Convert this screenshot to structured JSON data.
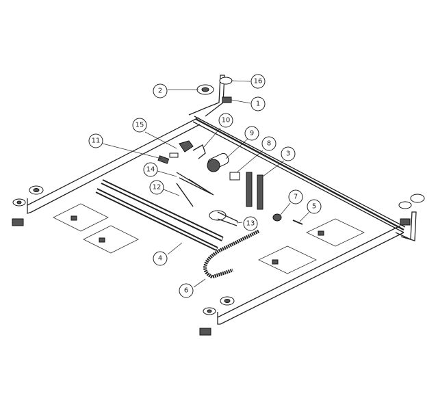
{
  "diagram": {
    "callouts": [
      {
        "label": "16",
        "target": "bracket-top-right"
      },
      {
        "label": "2",
        "target": "end-cap"
      },
      {
        "label": "1",
        "target": "clip"
      },
      {
        "label": "10",
        "target": "motor-bracket"
      },
      {
        "label": "9",
        "target": "motor"
      },
      {
        "label": "15",
        "target": "gear-assembly"
      },
      {
        "label": "8",
        "target": "control-box"
      },
      {
        "label": "3",
        "target": "straps"
      },
      {
        "label": "11",
        "target": "connector"
      },
      {
        "label": "14",
        "target": "wiring-harness"
      },
      {
        "label": "12",
        "target": "cable"
      },
      {
        "label": "7",
        "target": "pulley"
      },
      {
        "label": "5",
        "target": "bolt"
      },
      {
        "label": "13",
        "target": "idler-shaft"
      },
      {
        "label": "4",
        "target": "rail-profiles"
      },
      {
        "label": "6",
        "target": "drag-chain"
      }
    ]
  }
}
